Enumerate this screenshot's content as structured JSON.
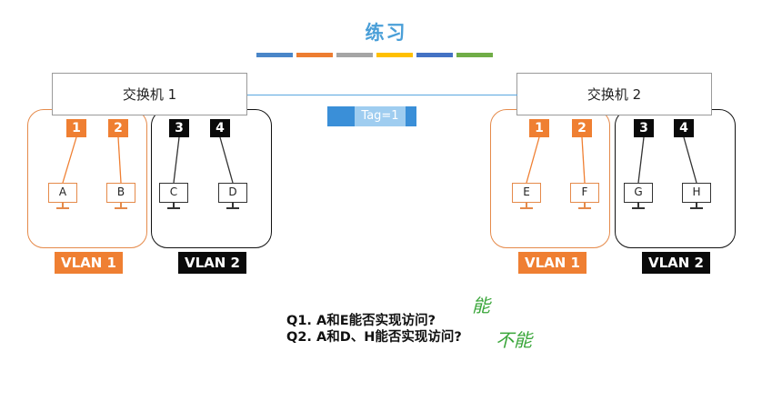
{
  "title": "练习",
  "stripe_colors": [
    "#4a86c8",
    "#ed7d31",
    "#a5a5a5",
    "#ffc000",
    "#4472c4",
    "#70ad47"
  ],
  "accent_colors": {
    "orange": "#ef7f32",
    "black": "#0a0a0a",
    "trunk": "#5aa7e0",
    "answer": "#3aa63a"
  },
  "switches": [
    {
      "id": "sw1",
      "label": "交换机 1"
    },
    {
      "id": "sw2",
      "label": "交换机 2"
    }
  ],
  "tag_label": "Tag=1",
  "groups": [
    {
      "switch": "sw1",
      "ports": [
        "1",
        "2"
      ],
      "hosts": [
        "A",
        "B"
      ],
      "vlan": "VLAN 1",
      "color": "orange"
    },
    {
      "switch": "sw1",
      "ports": [
        "3",
        "4"
      ],
      "hosts": [
        "C",
        "D"
      ],
      "vlan": "VLAN 2",
      "color": "black"
    },
    {
      "switch": "sw2",
      "ports": [
        "1",
        "2"
      ],
      "hosts": [
        "E",
        "F"
      ],
      "vlan": "VLAN 1",
      "color": "orange"
    },
    {
      "switch": "sw2",
      "ports": [
        "3",
        "4"
      ],
      "hosts": [
        "G",
        "H"
      ],
      "vlan": "VLAN 2",
      "color": "black"
    }
  ],
  "questions": [
    {
      "text": "Q1. A和E能否实现访问?",
      "answer": "能"
    },
    {
      "text": "Q2. A和D、H能否实现访问?",
      "answer": "不能"
    }
  ]
}
